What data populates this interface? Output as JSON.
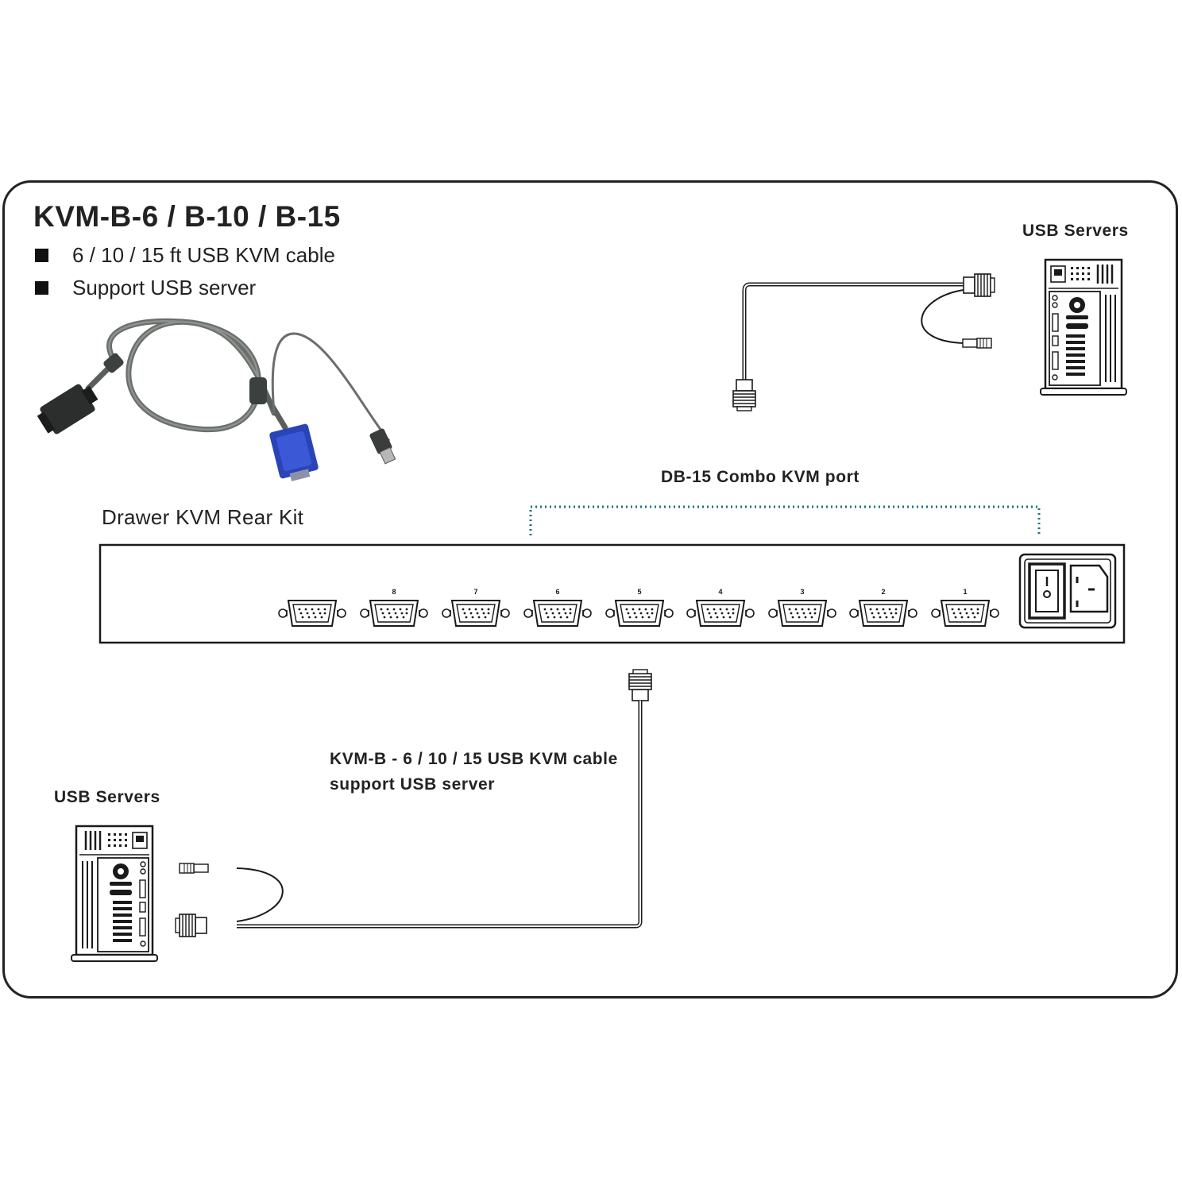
{
  "heading": {
    "title": "KVM-B-6 / B-10 / B-15",
    "bullets": [
      "6 / 10 / 15 ft USB KVM cable",
      "Support USB server"
    ]
  },
  "labels": {
    "usb_servers_top": "USB Servers",
    "usb_servers_bottom": "USB Servers",
    "combo_port": "DB-15 Combo KVM port",
    "rear_kit": "Drawer KVM Rear Kit",
    "cable_line1": "KVM-B - 6 / 10 / 15 USB KVM cable",
    "cable_line2": "support USB server"
  },
  "ports": [
    "8",
    "7",
    "6",
    "5",
    "4",
    "3",
    "2",
    "1"
  ],
  "colors": {
    "line": "#1a1a1a",
    "dotted": "#1f6f7a",
    "connector_blue": "#2a44b8",
    "cable_gray": "#5a5f5c"
  }
}
